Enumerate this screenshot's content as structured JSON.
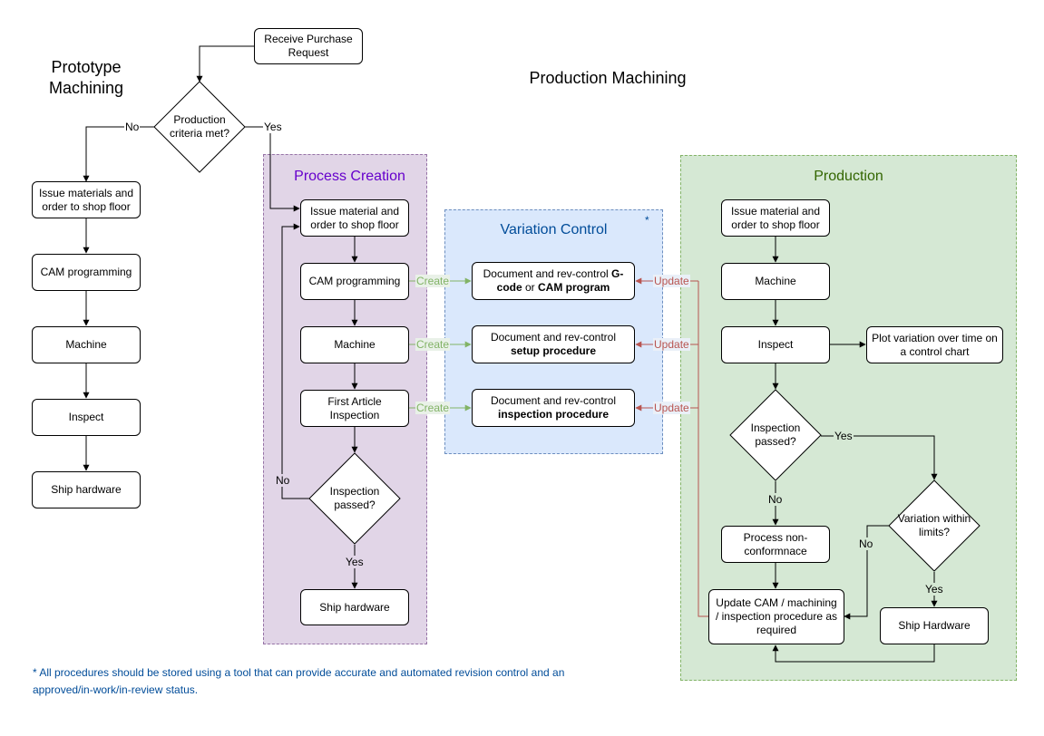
{
  "titles": {
    "prototype": "Prototype Machining",
    "production_machining": "Production Machining",
    "process_creation": "Process Creation",
    "variation_control": "Variation Control",
    "production": "Production"
  },
  "colors": {
    "process_creation": "#9673a6",
    "process_creation_fill": "#e1d5e7",
    "process_creation_title": "#6600cc",
    "variation_control": "#6c8ebf",
    "variation_control_fill": "#dae8fc",
    "variation_control_title": "#004c99",
    "production": "#82b366",
    "production_fill": "#d5e8d4",
    "production_title": "#336600",
    "create_edge": "#82b366",
    "update_edge": "#b85450",
    "note": "#004c99"
  },
  "nodes": {
    "receive": "Receive Purchase Request",
    "criteria": "Production criteria met?",
    "proto_issue": "Issue materials and order to shop floor",
    "proto_cam": "CAM programming",
    "proto_machine": "Machine",
    "proto_inspect": "Inspect",
    "proto_ship": "Ship hardware",
    "pc_issue": "Issue material and order to shop floor",
    "pc_cam": "CAM programming",
    "pc_machine": "Machine",
    "pc_fai": "First Article Inspection",
    "pc_passed": "Inspection passed?",
    "pc_ship": "Ship hardware",
    "vc_gcode_pre": "Document and rev-control ",
    "vc_gcode_b1": "G-code",
    "vc_gcode_mid": " or ",
    "vc_gcode_b2": "CAM program",
    "vc_setup_pre": "Document and rev-control ",
    "vc_setup_b": "setup procedure",
    "vc_insp_pre": "Document and rev-control ",
    "vc_insp_b": "inspection procedure",
    "pr_issue": "Issue material and order to shop floor",
    "pr_machine": "Machine",
    "pr_inspect": "Inspect",
    "pr_plot": "Plot variation over time on a control chart",
    "pr_passed": "Inspection passed?",
    "pr_process_nc": "Process non-conformnace",
    "pr_within": "Variation within limits?",
    "pr_update": "Update CAM / machining / inspection procedure as required",
    "pr_ship": "Ship Hardware"
  },
  "edge_labels": {
    "no": "No",
    "yes": "Yes",
    "create": "Create",
    "update": "Update"
  },
  "star": "*",
  "footnote": "* All procedures should be stored using a tool that can provide accurate and automated revision control and an approved/in-work/in-review status."
}
